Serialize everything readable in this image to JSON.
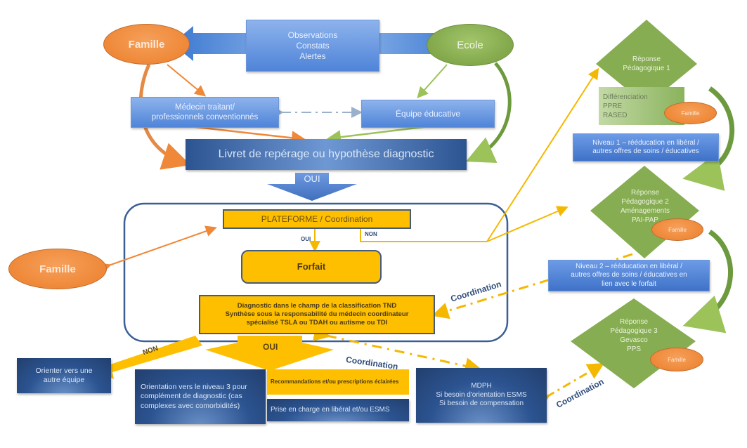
{
  "top": {
    "famille_left": "Famille",
    "ecole": "Ecole",
    "observations": [
      "Observations",
      "Constats",
      "Alertes"
    ],
    "medecin": [
      "Médecin traitant/",
      "professionnels conventionnés"
    ],
    "equipe": "Équipe éducative",
    "livret": "Livret de repérage ou hypothèse diagnostic",
    "oui_main": "OUI"
  },
  "platform": {
    "plateforme": "PLATEFORME / Coordination",
    "oui_label": "OUI",
    "non_label": "NON",
    "forfait": "Forfait",
    "diagnostic": [
      "Diagnostic dans le champ de la classification TND",
      "Synthèse sous la responsabilité du médecin coordinateur",
      "spécialisé TSLA ou TDAH ou autisme ou TDI"
    ],
    "famille": "Famille"
  },
  "bottom": {
    "non_arrow": "NON",
    "oui_arrow": "OUI",
    "orienter": [
      "Orienter vers une",
      "autre équipe"
    ],
    "orientation": "Orientation vers le niveau 3 pour complément de diagnostic (cas complexes avec comorbidités)",
    "recommandations": "Recommandations  et/ou prescriptions éclairées",
    "prise": "Prise en charge en libéral et/ou ESMS",
    "mdph": [
      "MDPH",
      "Si besoin d'orientation  ESMS",
      "Si besoin de compensation"
    ],
    "coordination_1": "Coordination",
    "coordination_2": "Coordination",
    "coordination_3": "Coordination"
  },
  "right": {
    "rp1": [
      "Réponse",
      "Pédagogique 1"
    ],
    "rp1_list": [
      "Différenciation",
      "PPRE",
      "RASED"
    ],
    "famille_1": "Famille",
    "niveau1": [
      "Niveau 1 – rééducation en libéral /",
      "autres offres de soins / éducatives"
    ],
    "rp2": [
      "Réponse",
      "Pédagogique 2",
      "Aménagements",
      "PAI-PAP"
    ],
    "famille_2": "Famille",
    "niveau2": [
      "Niveau 2 – rééducation en libéral /",
      "autres offres de soins / éducatives en",
      "lien avec le forfait"
    ],
    "rp3": [
      "Réponse",
      "Pédagogique 3",
      "Gevasco",
      "PPS"
    ],
    "famille_3": "Famille"
  },
  "colors": {
    "orange": "#ef8838",
    "green": "#82a84b",
    "gold": "#fdbf00",
    "dark_blue": "#2c5491",
    "light_blue": "#5b8fdc"
  }
}
